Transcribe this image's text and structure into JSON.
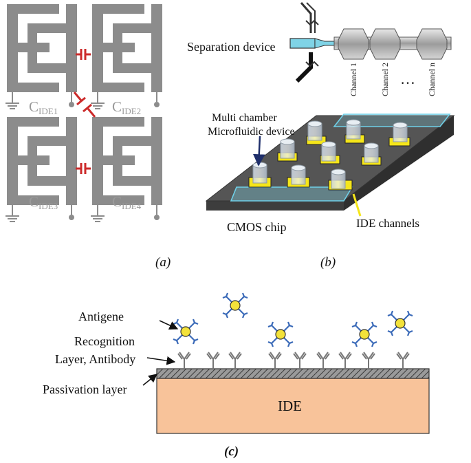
{
  "panel_a": {
    "caption": "(a)",
    "capacitors": [
      {
        "base": "C",
        "sub": "IDE1"
      },
      {
        "base": "C",
        "sub": "IDE2"
      },
      {
        "base": "C",
        "sub": "IDE3"
      },
      {
        "base": "C",
        "sub": "IDE4"
      }
    ],
    "colors": {
      "electrode": "#8c8c8c",
      "coupling": "#cc2a2a"
    }
  },
  "panel_b": {
    "caption": "(b)",
    "separation_label": "Separation device",
    "channel_labels": [
      "Channel 1",
      "Channel 2",
      "Channel n"
    ],
    "ellipsis": "…",
    "chamber_label_line1": "Multi chamber",
    "chamber_label_line2": "Microfluidic device",
    "chip_label": "CMOS chip",
    "ide_channels_label": "IDE channels",
    "colors": {
      "chip": "#4a4a4a",
      "pad": "#f5e61a",
      "channel": "#7fd3e6"
    }
  },
  "panel_c": {
    "caption": "(c)",
    "antigene_label": "Antigene",
    "recognition_line1": "Recognition",
    "recognition_line2": "Layer, Antibody",
    "passivation_label": "Passivation layer",
    "ide_label": "IDE",
    "colors": {
      "ide": "#f8c39a",
      "antibody": "#3a6ab8",
      "antigen": "#f3e23a"
    }
  }
}
